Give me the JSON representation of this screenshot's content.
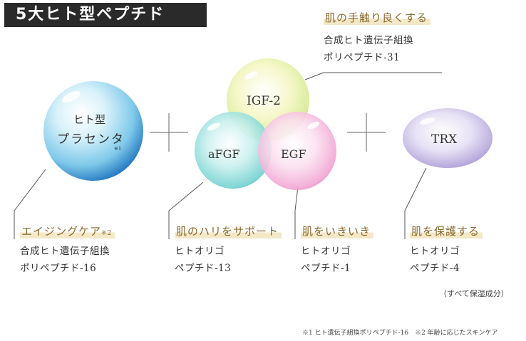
{
  "title": "5大ヒト型ペプチド",
  "bubbles": {
    "placenta": {
      "line1": "ヒト型",
      "line2": "プラセンタ",
      "note": "※1"
    },
    "igf2": {
      "label": "IGF-2"
    },
    "afgf": {
      "label": "aFGF"
    },
    "egf": {
      "label": "EGF"
    },
    "trx": {
      "label": "TRX"
    }
  },
  "igf2_info": {
    "heading": "肌の手触り良くする",
    "line1": "合成ヒト遺伝子組換",
    "line2": "ポリペプチド-31"
  },
  "items": [
    {
      "heading": "エイジングケア",
      "note": "※2",
      "line1": "合成ヒト遺伝子組換",
      "line2": "ポリペプチド-16"
    },
    {
      "heading": "肌のハリをサポート",
      "line1": "ヒトオリゴ",
      "line2": "ペプチド-13"
    },
    {
      "heading": "肌をいきいき",
      "line1": "ヒトオリゴ",
      "line2": "ペプチド-1"
    },
    {
      "heading": "肌を保護する",
      "line1": "ヒトオリゴ",
      "line2": "ペプチド-4"
    }
  ],
  "moisturizing_note": "（すべて保湿成分）",
  "footnote": "※1 ヒト遺伝子組換ポリペプチド-16　※2 年齢に応じたスキンケア",
  "colors": {
    "title_bg": "#2a2a2a",
    "heading_text": "#8a6a2e",
    "heading_marker": "#f3e8c8"
  }
}
